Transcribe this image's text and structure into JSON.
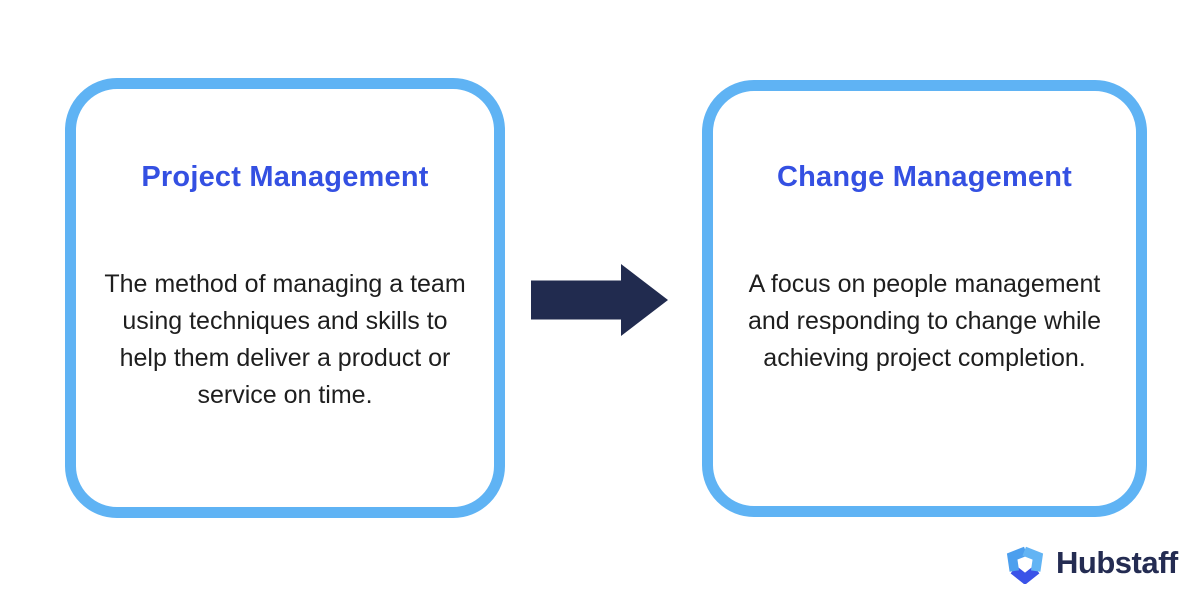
{
  "diagram": {
    "left_box": {
      "title": "Project Management",
      "body_lines": [
        "The method of managing a team",
        "using techniques and skills to",
        "help them deliver a product or",
        "service on time."
      ]
    },
    "right_box": {
      "title": "Change Management",
      "body_lines": [
        "A focus on people management",
        "and responding to change while",
        "achieving project completion."
      ]
    },
    "arrow": {
      "direction": "right"
    },
    "brand": {
      "name": "Hubstaff"
    }
  },
  "colors": {
    "background": "#FFFFFF",
    "box_border": "#5FB3F4",
    "title_text": "#3450E2",
    "body_text": "#1E1E1E",
    "arrow": "#212B4F",
    "brand_text": "#242C52",
    "logo_blue_left": "#4C9FEE",
    "logo_blue_right": "#62B4F4",
    "logo_blue_bottom": "#3B53E8"
  }
}
